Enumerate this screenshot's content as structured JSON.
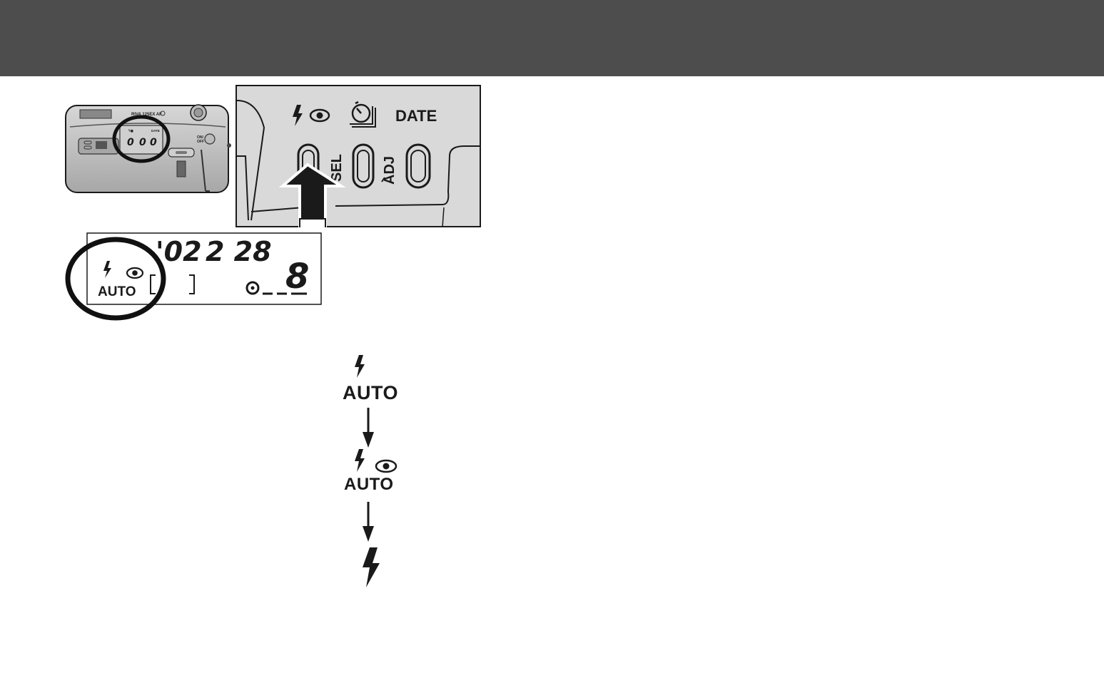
{
  "camera_overview": {
    "body_label": "RIVA 125EX AF",
    "switch_label_top": "ON/",
    "switch_label_bottom": "OFF",
    "panel_date_label": "DATE"
  },
  "button_closeup": {
    "date_label": "DATE",
    "sel_label": "SEL",
    "adj_label": "ADJ"
  },
  "lcd_panel": {
    "date_year": "'02",
    "date_month_day": "2 28",
    "flash_mode_label": "AUTO",
    "frame_counter": "8"
  },
  "flash_sequence": [
    {
      "label": "AUTO",
      "icons": [
        "flash-icon"
      ]
    },
    {
      "label": "AUTO",
      "icons": [
        "flash-icon",
        "red-eye-icon"
      ]
    },
    {
      "label": "",
      "icons": [
        "flash-icon"
      ]
    }
  ],
  "colors": {
    "header_bar": "#4d4d4d",
    "closeup_background": "#d9d9d9",
    "line_art": "#1a1a1a"
  }
}
